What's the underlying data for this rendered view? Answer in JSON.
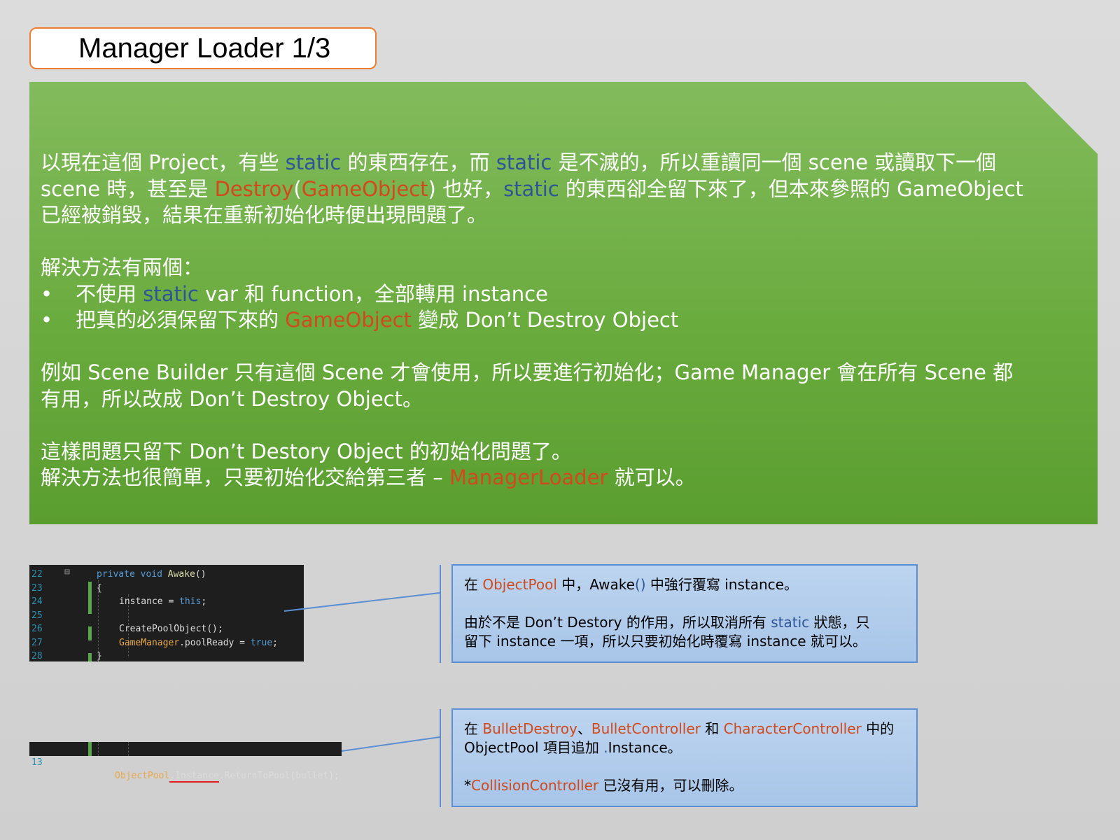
{
  "title": "Manager Loader 1/3",
  "panel": {
    "p1a": "以現在這個 Project，有些 ",
    "p1b": "static",
    "p1c": " 的東西存在，而 ",
    "p1d": "static",
    "p1e": " 是不滅的，所以重讀同一個 scene 或讀取下一個",
    "p2a": "scene 時，甚至是 ",
    "p2b": "Destroy",
    "p2c": "(",
    "p2d": "GameObject",
    "p2e": ") 也好，",
    "p2f": "static",
    "p2g": " 的東西卻全留下來了，但本來參照的 GameObject",
    "p3": "已經被銷毀，結果在重新初始化時便出現問題了。",
    "sol_title": "解決方法有兩個：",
    "bullet": "•",
    "b1a": "不使用 ",
    "b1b": "static",
    "b1c": " var 和 function，全部轉用 instance",
    "b2a": "把真的必須保留下來的 ",
    "b2b": "GameObject",
    "b2c": " 變成 Don’t Destroy Object",
    "ex1": "例如 Scene Builder 只有這個 Scene 才會使用，所以要進行初始化；Game Manager 會在所有 Scene 都",
    "ex2": "有用，所以改成 Don’t Destroy Object。",
    "end1": "這樣問題只留下 Don’t Destory Object 的初始化問題了。",
    "end2a": "解決方法也很簡單，只要初始化交給第三者 – ",
    "end2b": "ManagerLoader",
    "end2c": " 就可以。"
  },
  "code1": {
    "lines": [
      {
        "n": "22",
        "text": "private void Awake()"
      },
      {
        "n": "23",
        "text": "{"
      },
      {
        "n": "24",
        "text": "instance = this;"
      },
      {
        "n": "25",
        "text": ""
      },
      {
        "n": "26",
        "text": "CreatePoolObject();"
      },
      {
        "n": "27",
        "text": "GameManager.poolReady = true;"
      },
      {
        "n": "28",
        "text": "}"
      }
    ],
    "collapse": "⊟"
  },
  "code2": {
    "n": "13",
    "t1": "ObjectPool",
    "t2": ".",
    "t3": "Instance",
    "t4": ".ReturnToPool(bullet);"
  },
  "callout1": {
    "l1a": "在 ",
    "l1b": "ObjectPool",
    "l1c": " 中，Awake",
    "l1d": "()",
    "l1e": " 中強行覆寫 instance。",
    "l2a": "由於不是 Don’t Destory 的作用，所以取消所有 ",
    "l2b": "static",
    "l2c": " 狀態，只",
    "l3": "留下 instance 一項，所以只要初始化時覆寫 instance 就可以。"
  },
  "callout2": {
    "l1a": "在 ",
    "l1b": "BulletDestroy",
    "l1c": "、",
    "l1d": "BulletController",
    "l1e": " 和 ",
    "l1f": "CharacterController",
    "l1g": " 中的",
    "l2a": "ObjectPool 項目追加 ",
    "l2b": ".",
    "l2c": "Instance。",
    "l3a": "*",
    "l3b": "CollisionController",
    "l3c": " 已沒有用，可以刪除。"
  }
}
